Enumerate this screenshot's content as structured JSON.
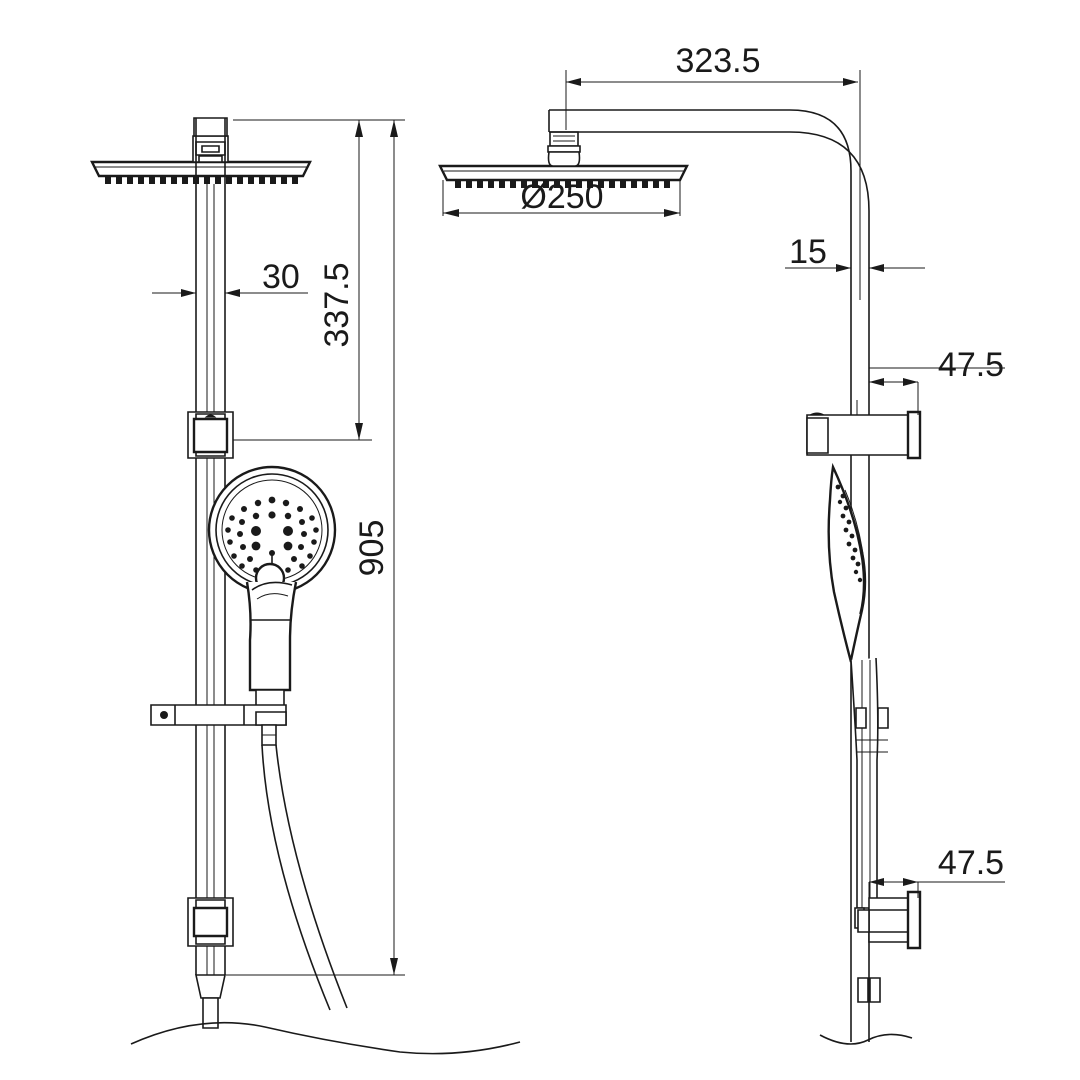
{
  "document": {
    "type": "technical-drawing",
    "subject": "Shower column with overhead rain shower, sliding rail, hand shower and hose",
    "views": [
      {
        "id": "front",
        "label": "front-elevation"
      },
      {
        "id": "side",
        "label": "side-elevation"
      }
    ],
    "units": "mm",
    "background_color": "#ffffff",
    "line_color": "#1a1a1a"
  },
  "dimensions": {
    "front_view": [
      {
        "name": "rail-offset-from-wall",
        "value": "30",
        "orientation": "horizontal"
      },
      {
        "name": "overhead-to-rail-bracket",
        "value": "337.5",
        "orientation": "vertical"
      },
      {
        "name": "overall-height",
        "value": "905",
        "orientation": "vertical"
      }
    ],
    "side_view": [
      {
        "name": "shower-arm-projection",
        "value": "323.5",
        "orientation": "horizontal"
      },
      {
        "name": "rain-head-diameter",
        "value": "Ø250",
        "orientation": "horizontal"
      },
      {
        "name": "riser-depth",
        "value": "15",
        "orientation": "horizontal"
      },
      {
        "name": "upper-bracket-projection",
        "value": "47.5",
        "orientation": "horizontal"
      },
      {
        "name": "lower-bracket-projection",
        "value": "47.5",
        "orientation": "horizontal"
      }
    ]
  },
  "labels": {
    "d30": "30",
    "d337_5": "337.5",
    "d905": "905",
    "d323_5": "323.5",
    "d250": "Ø250",
    "d15": "15",
    "d47_5_upper": "47.5",
    "d47_5_lower": "47.5"
  },
  "components": [
    {
      "name": "overhead-rain-shower-head",
      "shape": "square-slim-plate"
    },
    {
      "name": "shower-arm",
      "shape": "curved-gooseneck"
    },
    {
      "name": "vertical-riser-rail",
      "shape": "rectangular-tube"
    },
    {
      "name": "sliding-hand-shower-holder",
      "shape": "bracket"
    },
    {
      "name": "hand-shower",
      "shape": "round-multifunction"
    },
    {
      "name": "soap-shelf",
      "shape": "flat-bar"
    },
    {
      "name": "flexible-hose",
      "shape": "curved-hose"
    },
    {
      "name": "lower-wall-bracket",
      "shape": "bracket"
    },
    {
      "name": "floor-line",
      "shape": "wavy-break-line"
    }
  ]
}
